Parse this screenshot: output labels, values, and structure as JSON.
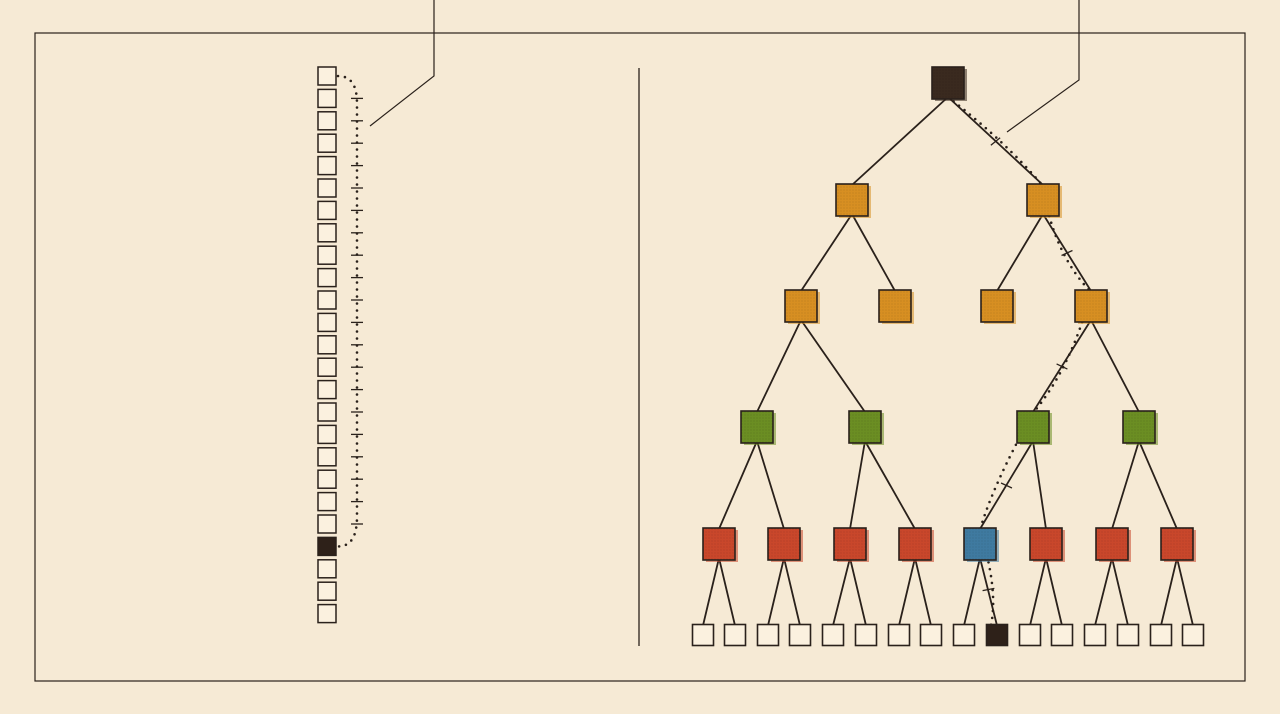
{
  "figure": {
    "left_panel": {
      "kind": "linear-list",
      "node_count": 25,
      "target_index": 21,
      "path_from_index": 0,
      "path_to_index": 21
    },
    "right_panel": {
      "kind": "binary-tree",
      "levels": [
        {
          "count": 1,
          "color": "#3a2a1f"
        },
        {
          "count": 2,
          "color": "#d78f22"
        },
        {
          "count": 4,
          "color": "#d78f22"
        },
        {
          "count": 4,
          "color": "#6b8e23"
        },
        {
          "count": 8,
          "color": "#c9472b"
        },
        {
          "count": 16,
          "color": "#fbf1df"
        }
      ],
      "highlighted_node": {
        "level": 4,
        "index": 4,
        "color": "#3f7aa0"
      },
      "target_leaf": {
        "level": 5,
        "index": 9,
        "color": "#2e2119"
      },
      "path": [
        [
          0,
          0
        ],
        [
          1,
          1
        ],
        [
          2,
          3
        ],
        [
          3,
          2
        ],
        [
          4,
          4
        ],
        [
          5,
          9
        ]
      ]
    },
    "colors": {
      "background": "#f6ead5",
      "ink": "#2a211b",
      "empty_node_fill": "#fbf1df",
      "list_target": "#2e2119"
    }
  }
}
